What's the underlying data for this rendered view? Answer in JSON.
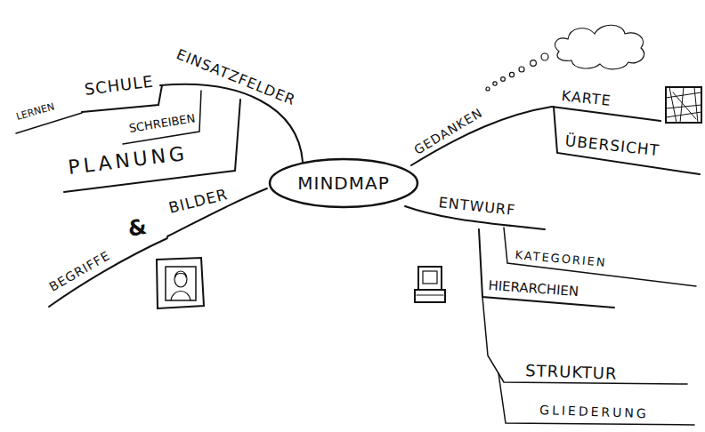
{
  "diagram": {
    "nodes": [
      {
        "text": [
          "MINDMAP"
        ]
      }
    ],
    "labels": [
      "EINSATZFELDER",
      "SCHULE",
      "LERNEN",
      "SCHREIBEN",
      "PLANUNG",
      "BILDER",
      "&",
      "BEGRIFFE",
      "GEDANKEN",
      "KARTE",
      "ÜBERSICHT",
      "ENTWURF",
      "KATEGORIEN",
      "HIERARCHIEN",
      "STRUKTUR",
      "GLIEDERUNG"
    ]
  }
}
